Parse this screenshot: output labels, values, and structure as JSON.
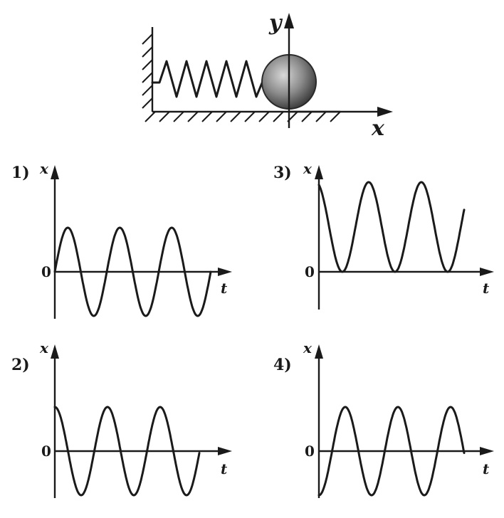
{
  "setup": {
    "axis_y": "y",
    "axis_x": "x"
  },
  "graph_axis_label": "x",
  "time_label": "t",
  "origin_label": "0",
  "options": [
    {
      "number": "1)",
      "waveform": "sine-from-zero"
    },
    {
      "number": "2)",
      "waveform": "cosine-from-max"
    },
    {
      "number": "3)",
      "waveform": "offset-cosine-from-max"
    },
    {
      "number": "4)",
      "waveform": "negative-cosine-from-min"
    }
  ]
}
